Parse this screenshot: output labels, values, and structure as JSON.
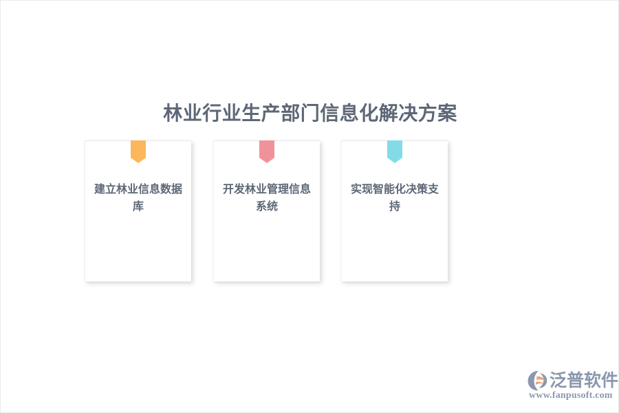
{
  "page": {
    "title": "林业行业生产部门信息化解决方案",
    "background_color": "#ffffff",
    "title_color": "#5d6776"
  },
  "cards": [
    {
      "label": "建立林业信息数据库",
      "ribbon_icon": "bookmark-ribbon-icon",
      "ribbon_color": "#fcb65c"
    },
    {
      "label": "开发林业管理信息系统",
      "ribbon_icon": "bookmark-ribbon-icon",
      "ribbon_color": "#f0929a"
    },
    {
      "label": "实现智能化决策支持",
      "ribbon_icon": "bookmark-ribbon-icon",
      "ribbon_color": "#83dbe8"
    }
  ],
  "logo": {
    "mark_icon": "fanpu-swoosh-logo-icon",
    "name": "泛普软件",
    "url": "www.fanpusoft.com",
    "color": "#8a98ad",
    "accent_color": "#e8a87c"
  }
}
